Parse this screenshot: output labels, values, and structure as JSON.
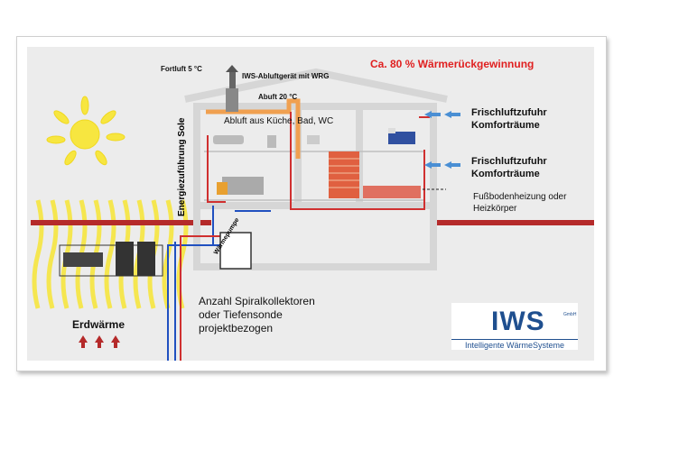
{
  "title": "Ca. 80 % Wärmerückgewinnung",
  "labels": {
    "fortluft": "Fortluft 5 °C",
    "iws_device": "IWS-Abluftgerät mit WRG",
    "abluft_temp": "Abuft 20 °C",
    "abluft_rooms": "Abluft aus Küche, Bad, WC",
    "energie": "Energiezuführung Sole",
    "frisch1_line1": "Frischluftzufuhr",
    "frisch1_line2": "Komforträume",
    "frisch2_line1": "Frischluftzufuhr",
    "frisch2_line2": "Komforträume",
    "fussboden_line1": "Fußbodenheizung oder",
    "fussboden_line2": "Heizkörper",
    "waermepumpe": "Wärmepumpe",
    "kollektoren_line1": "Anzahl Spiralkollektoren",
    "kollektoren_line2": "oder Tiefensonde",
    "kollektoren_line3": "projektbezogen",
    "erdwaerme": "Erdwärme"
  },
  "logo": {
    "name": "IWS",
    "gmbh": "GmbH",
    "subtitle": "Intelligente WärmeSysteme"
  },
  "colors": {
    "title_red": "#e02020",
    "pipe_red": "#d03030",
    "pipe_blue": "#2050c0",
    "ground_bar": "#b52a2a",
    "sun_yellow": "#f7e640",
    "arrow_blue": "#4a8fd4",
    "house_outline": "#d6d6d6"
  }
}
